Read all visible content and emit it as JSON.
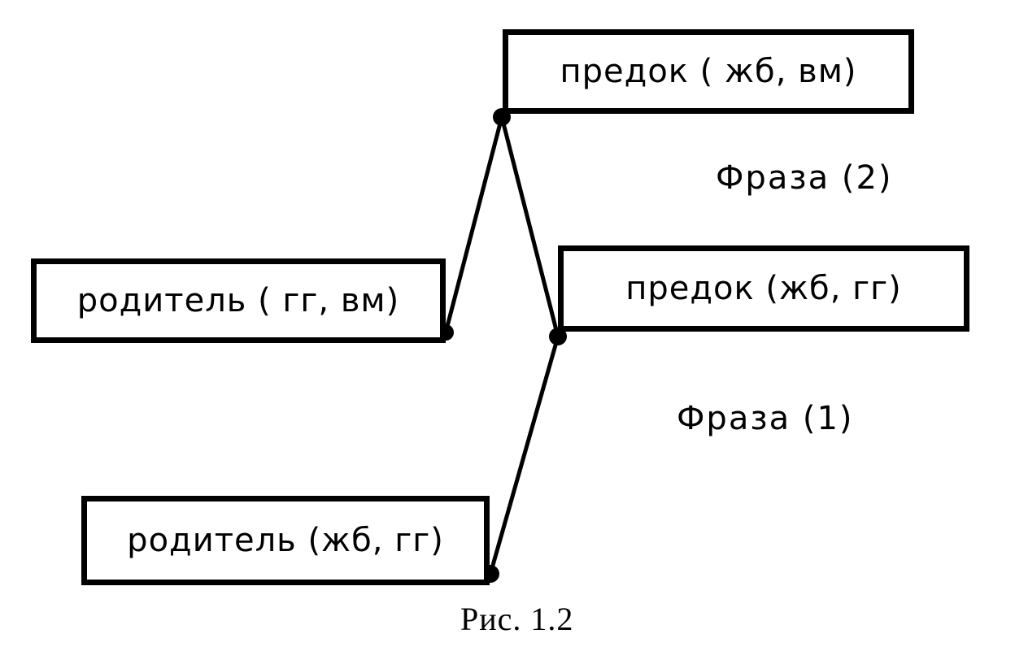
{
  "nodes": {
    "ancestor_top": "предок ( жб, вм)",
    "parent_left": "родитель ( гг, вм)",
    "ancestor_mid": "предок (жб, гг)",
    "parent_bottom": "родитель (жб, гг)"
  },
  "phrases": {
    "phrase_2": "Фраза (2)",
    "phrase_1": "Фраза (1)"
  },
  "caption": "Рис. 1.2"
}
